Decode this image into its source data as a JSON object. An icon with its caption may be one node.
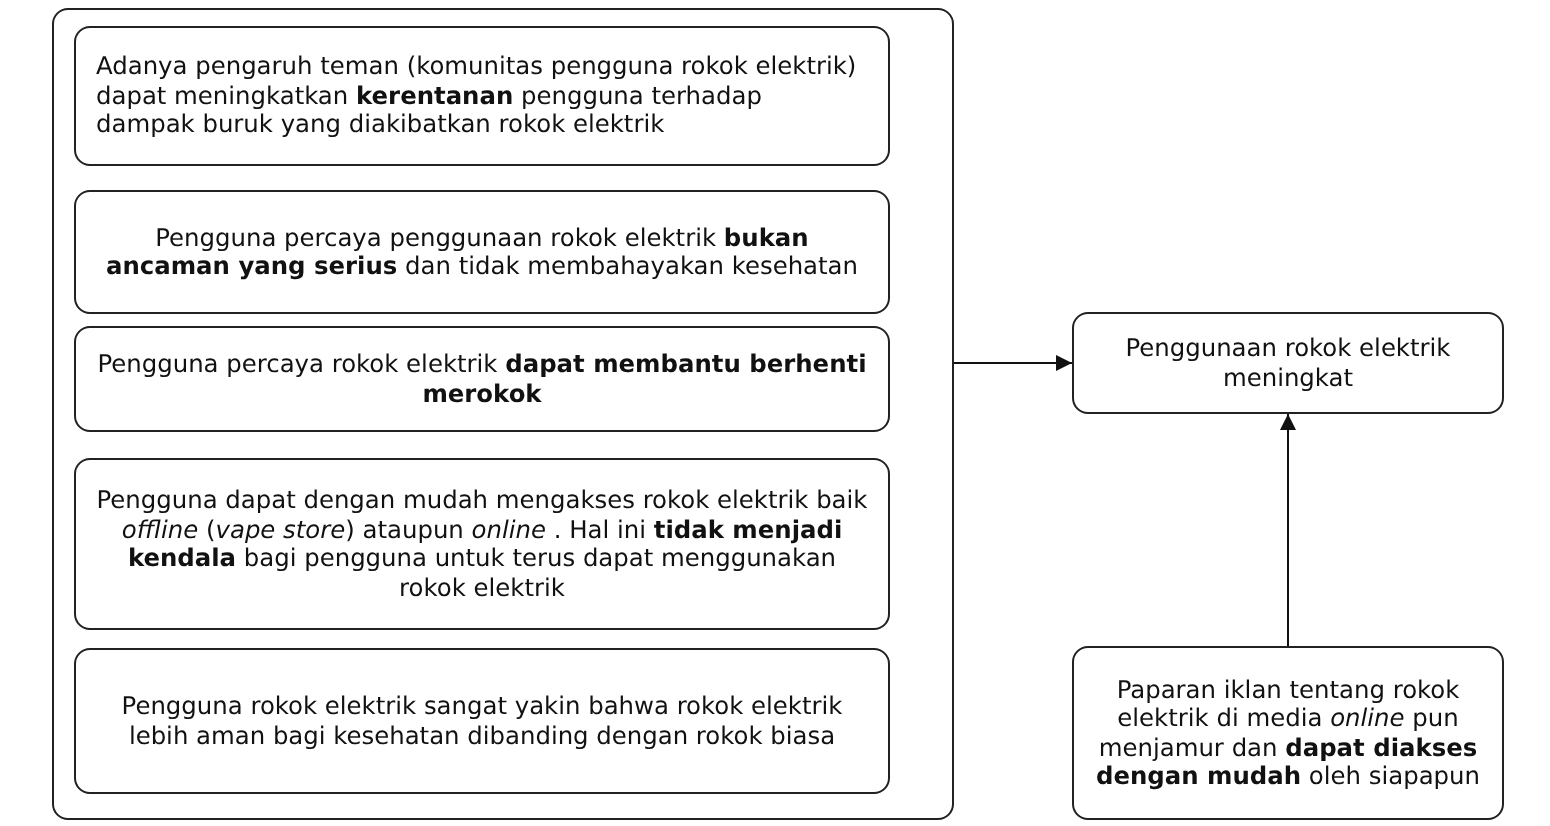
{
  "diagram": {
    "nodes": [
      {
        "text": [],
        "shape": "box"
      },
      {
        "text": [
          "Adanya pengaruh teman (komunitas pengguna rokok elektrik) dapat meningkatkan **kerentanan** pengguna terhadap dampak buruk yang diakibatkan rokok elektrik"
        ],
        "in": 0
      },
      {
        "text": [
          "Pengguna percaya penggunaan rokok elektrik **bukan ancaman yang serius** dan tidak membahayakan kesehatan"
        ],
        "in": 0
      },
      {
        "text": [
          "Pengguna percaya rokok elektrik **dapat membantu berhenti merokok**"
        ],
        "in": 0
      },
      {
        "text": [
          "Pengguna dapat dengan mudah mengakses rokok elektrik baik *offline* (*vape store*) ataupun *online* . Hal ini **tidak menjadi kendala** bagi pengguna untuk terus dapat menggunakan rokok elektrik"
        ],
        "in": 0
      },
      {
        "text": [
          "Pengguna rokok elektrik sangat yakin bahwa rokok elektrik lebih aman bagi kesehatan dibanding dengan rokok biasa"
        ],
        "in": 0
      },
      {
        "text": [
          "Penggunaan rokok elektrik meningkat"
        ]
      },
      {
        "text": [
          "Paparan iklan tentang rokok elektrik di media *online* pun menjamur dan **dapat diakses dengan mudah** oleh siapapun"
        ]
      }
    ],
    "edges": [
      {
        "from": 0,
        "to": 6,
        "arrow": "to"
      },
      {
        "from": 7,
        "to": 6,
        "arrow": "to"
      }
    ]
  }
}
